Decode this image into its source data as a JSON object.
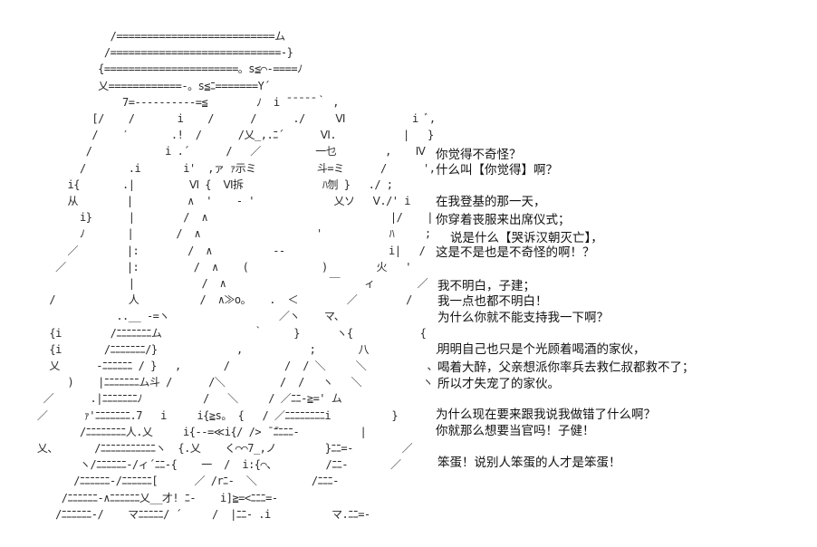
{
  "art_lines": [
    "                /==========================ム",
    "               /============================-}",
    "              {======================。s≦⌒-====ﾉ",
    "              乂============-。s≦ﾆ=======Y´",
    "                  7=----------=≦        ﾉ  i ̄ ̄ ̄ ̄ ̄ ｀ ,",
    "             [/    /       i    /      /      ./     Ⅵ           i ﾞ,",
    "             /    ′       .!  /      /乂_,.ﾆ´      Ⅵ.           |   }",
    "            /            i .´      /   ／         一乜        ,    Ⅳ",
    "           /       .i       i'  ,ァ ｧ示ミ          斗=ミ      /      ',",
    "         i{       .|         Ⅵ {  Ⅵ拆             ﾊ刎 }   ./ ;",
    "         从        |         ∧  '    - '             乂ソ   Ⅴ./' i     i{",
    "           i}      |        /  ∧                              |/    |     i|",
    "           ﾉ       |       /  ∧                   '           ﾊ     ;",
    "         ／        |:        /  ∧          --                 i|   /    ./",
    "       ／          |:         /  ∧    (            )        ⽕   '      /",
    "                   |           /  ∧                 ￣    ィ       ／     /",
    "      /            人          /  ∧≫o。   .  ＜        ／        /",
    "                 ..__ -=ヽ                  ／ヽ    マ、",
    "      {i        /ﾆﾆﾆﾆﾆﾆﾆム               ｀     }      ヽ{           {",
    "      {i       /ﾆﾆﾆﾆﾆﾆﾆ/}             ,           ;       八           人",
    "      乂      -ﾆﾆﾆﾆﾆﾆ / }   ,       /         /  / ＼     ＼          、",
    "         )    |ﾆﾆﾆﾆﾆﾆﾆム斗 /      /＼         /  /   ヽ   ＼          ヽ",
    "     ／      .|ﾆﾆﾆﾆﾆﾆﾆﾉ          /   ＼     / ／ﾆﾆ-≧=' ム",
    "    ／      ｧ'ﾆﾆﾆﾆﾆﾆﾆ.7   i     i{≧s。 {   / ／ﾆﾆﾆﾆﾆﾆﾆﾆi          }",
    "           /ﾆﾆﾆﾆﾆﾆﾆﾆ人.乂     i{--=≪i{/ /> ̄ ̄ﾆﾆﾆﾆ-          |",
    "    乂、      /ﾆﾆﾆﾆﾆﾆﾆﾆﾆﾆﾆヽ  {.乂    く⌒⌒7_,ノ        }ﾆﾆ=-        ／",
    "           ヽ/ﾆﾆﾆﾆﾆﾆ-/ィ´ﾆﾆ-{    一  /  i:{⌒、        /ﾆﾆ-       ／",
    "          /ﾆﾆﾆﾆﾆﾆ-/ﾆﾆﾆﾆﾆﾆ[      ／ /rﾆ-  ＼         /ﾆﾆﾆ-",
    "        /ﾆﾆﾆﾆﾆﾆ-∧ﾆﾆﾆﾆﾆﾆ乂__才! ﾆ-    i]≧=<ﾆﾆﾆ=-",
    "       /ﾆﾆﾆﾆﾆﾆ-/    マﾆﾆﾆﾆﾆ/ ´     /  |ﾆﾆ- .i          マ.ﾆﾆ=-"
  ],
  "dialogue": [
    "你觉得不奇怪？",
    "什么叫【你觉得】啊？",
    "在我登基的那一天，",
    "你穿着丧服来出席仪式；",
    "说是什么【哭诉汉朝灭亡】，",
    "这是不是也是不奇怪的啊！？",
    "我不明白，子建；",
    "我一点也都不明白！",
    "为什么你就不能支持我一下啊？",
    "明明自己也只是个光顾着喝酒的家伙，",
    "喝着大醉，父亲想派你率兵去救仁叔都救不了；",
    "所以才失宠了的家伙。",
    "为什么现在要来跟我说我做错了什么啊？",
    "你就那么想要当官吗！子健！",
    "笨蛋！说别人笨蛋的人才是笨蛋！"
  ]
}
